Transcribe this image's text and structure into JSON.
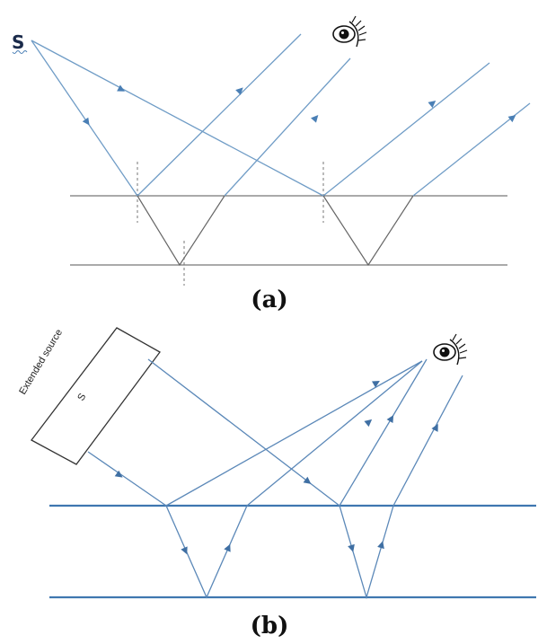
{
  "figure_a": {
    "caption": "(a)",
    "source_label": "S"
  },
  "figure_b": {
    "caption": "(b)",
    "source_box_label": "Extended source",
    "source_box_point": "S"
  },
  "icons": [
    "eye-icon"
  ]
}
